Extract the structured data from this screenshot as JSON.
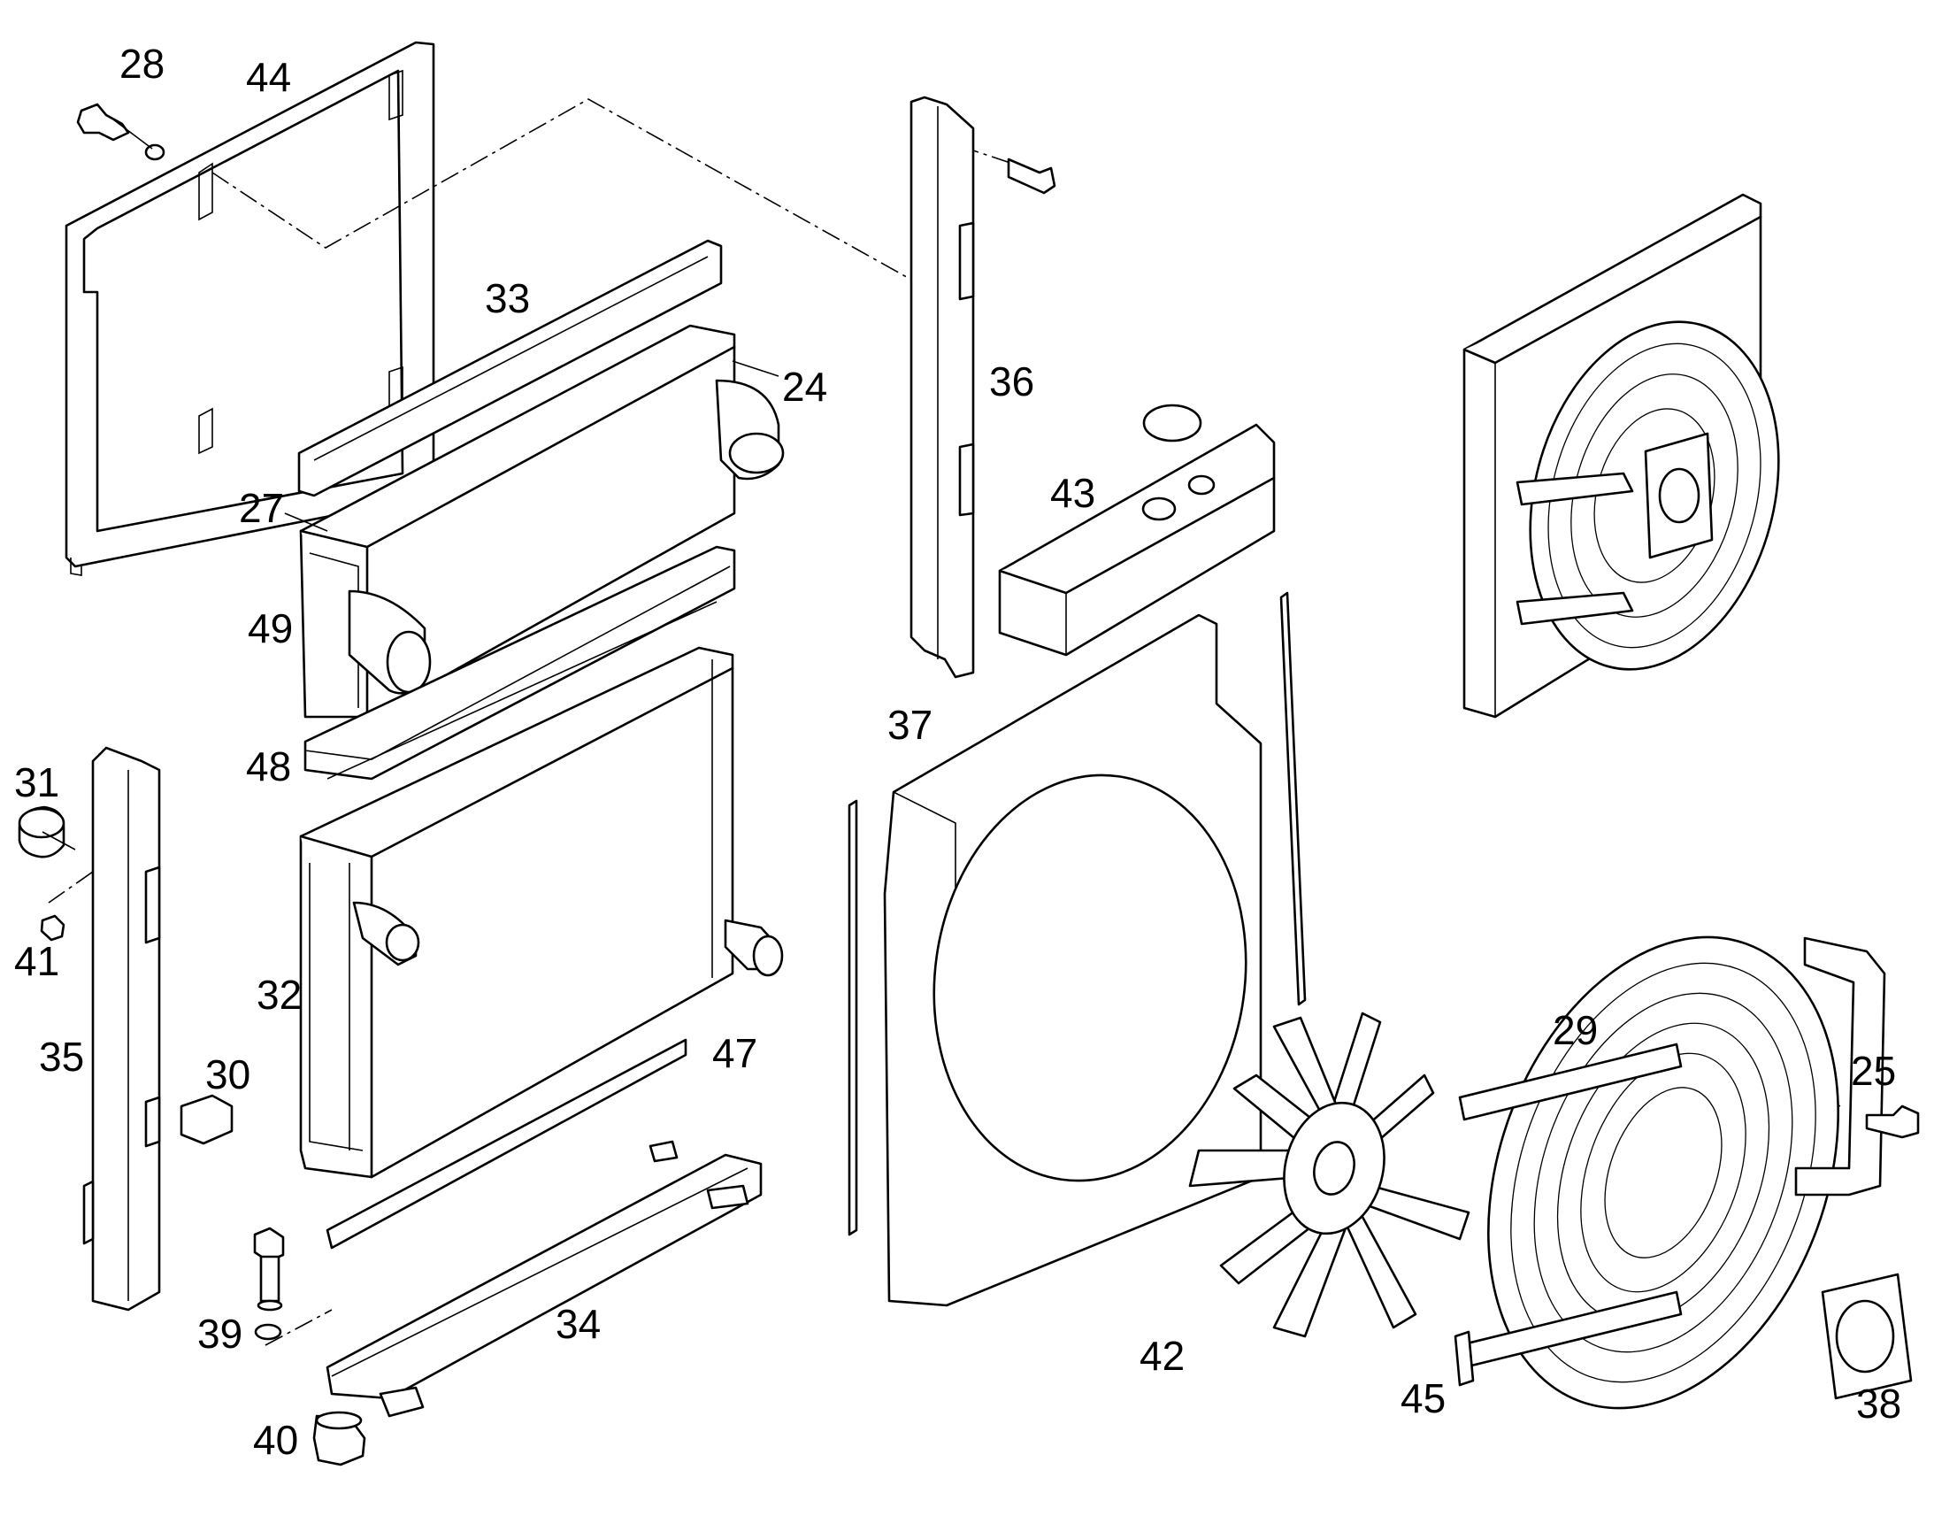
{
  "callouts": [
    {
      "id": "c28",
      "label": "28"
    },
    {
      "id": "c44",
      "label": "44"
    },
    {
      "id": "c33",
      "label": "33"
    },
    {
      "id": "c24",
      "label": "24"
    },
    {
      "id": "c27",
      "label": "27"
    },
    {
      "id": "c49",
      "label": "49"
    },
    {
      "id": "c48",
      "label": "48"
    },
    {
      "id": "c36",
      "label": "36"
    },
    {
      "id": "c43",
      "label": "43"
    },
    {
      "id": "c37",
      "label": "37"
    },
    {
      "id": "c31",
      "label": "31"
    },
    {
      "id": "c41",
      "label": "41"
    },
    {
      "id": "c35",
      "label": "35"
    },
    {
      "id": "c32",
      "label": "32"
    },
    {
      "id": "c30",
      "label": "30"
    },
    {
      "id": "c47",
      "label": "47"
    },
    {
      "id": "c39",
      "label": "39"
    },
    {
      "id": "c34",
      "label": "34"
    },
    {
      "id": "c40",
      "label": "40"
    },
    {
      "id": "c42",
      "label": "42"
    },
    {
      "id": "c29",
      "label": "29"
    },
    {
      "id": "c25",
      "label": "25"
    },
    {
      "id": "c45",
      "label": "45"
    },
    {
      "id": "c38",
      "label": "38"
    }
  ]
}
